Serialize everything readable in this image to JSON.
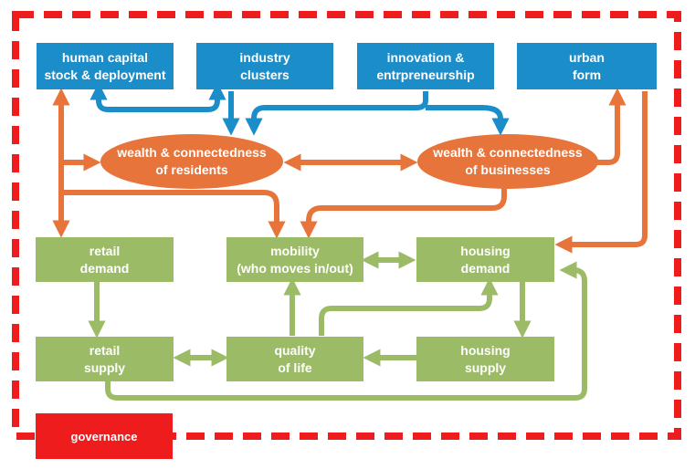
{
  "colors": {
    "blue": "#1b8dc9",
    "orange": "#e7743a",
    "green": "#9cbb66",
    "red": "#ee1c1c"
  },
  "nodes": {
    "human_capital": {
      "line1": "human capital",
      "line2": "stock & deployment"
    },
    "industry_clusters": {
      "line1": "industry",
      "line2": "clusters"
    },
    "innovation": {
      "line1": "innovation &",
      "line2": "entrpreneurship"
    },
    "urban_form": {
      "line1": "urban",
      "line2": "form"
    },
    "wealth_residents": {
      "line1": "wealth & connectedness",
      "line2": "of residents"
    },
    "wealth_businesses": {
      "line1": "wealth & connectedness",
      "line2": "of businesses"
    },
    "retail_demand": {
      "line1": "retail",
      "line2": "demand"
    },
    "mobility": {
      "line1": "mobility",
      "line2": "(who moves in/out)"
    },
    "housing_demand": {
      "line1": "housing",
      "line2": "demand"
    },
    "retail_supply": {
      "line1": "retail",
      "line2": "supply"
    },
    "quality_of_life": {
      "line1": "quality",
      "line2": "of life"
    },
    "housing_supply": {
      "line1": "housing",
      "line2": "supply"
    },
    "governance": {
      "line1": "governance"
    }
  }
}
